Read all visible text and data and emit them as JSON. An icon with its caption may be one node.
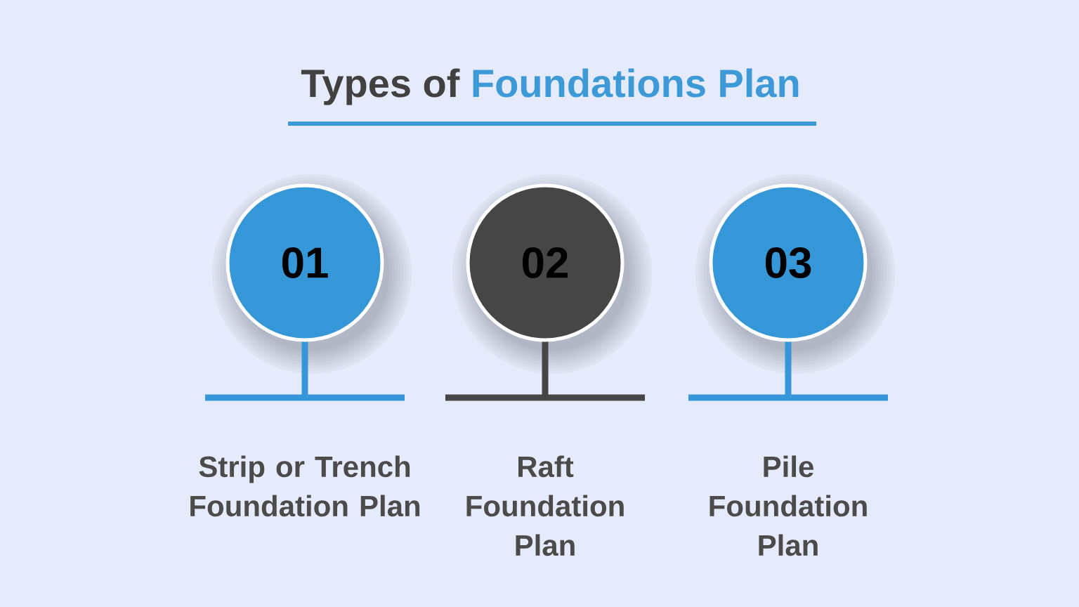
{
  "diagram": {
    "title": "Types of Foundations Plan",
    "nodes": [
      {
        "text": [
          "01"
        ],
        "beside": [
          "Strip or Trench Foundation Plan"
        ]
      },
      {
        "text": [
          "02"
        ],
        "beside": [
          "Raft Foundation Plan"
        ]
      },
      {
        "text": [
          "03"
        ],
        "beside": [
          "Pile Foundation Plan"
        ]
      }
    ]
  }
}
